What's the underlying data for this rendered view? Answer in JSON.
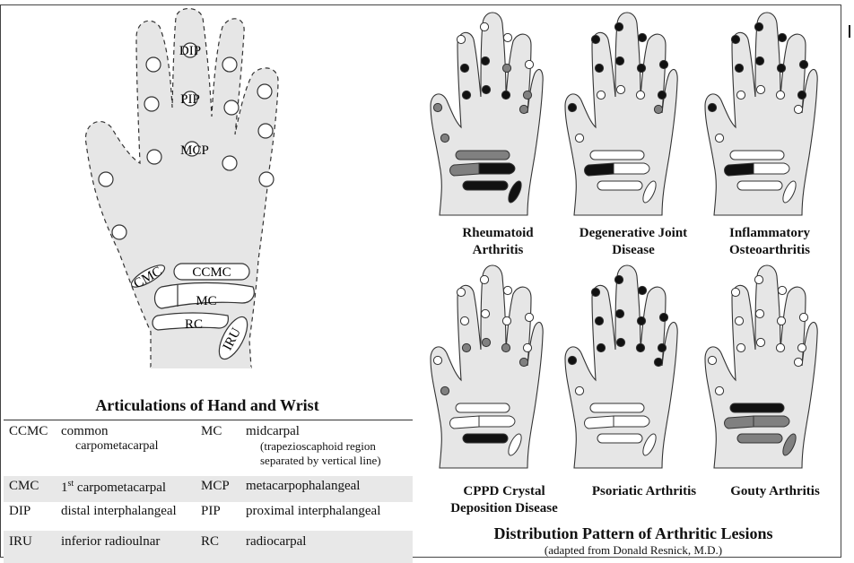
{
  "hand_labels": {
    "dip": "DIP",
    "pip": "PIP",
    "mcp": "MCP",
    "cmc": "CMC",
    "ccmc": "CCMC",
    "mc": "MC",
    "rc": "RC",
    "iru": "IRU"
  },
  "left_title": "Articulations of Hand and Wrist",
  "legend": {
    "rows": [
      {
        "abbr1": "CCMC",
        "text1": "common",
        "text1b": "carpometacarpal",
        "abbr2": "MC",
        "text2": "midcarpal",
        "text2b": "(trapezioscaphoid region",
        "text2c": "separated by vertical line)"
      },
      {
        "abbr1": "CMC",
        "text1_prefix": "1",
        "text1_sup": "st",
        "text1": " carpometacarpal",
        "abbr2": "MCP",
        "text2": "metacarpophalangeal"
      },
      {
        "abbr1": "DIP",
        "text1": "distal interphalangeal",
        "abbr2": "PIP",
        "text2": "proximal interphalangeal"
      },
      {
        "abbr1": "IRU",
        "text1": "inferior radioulnar",
        "abbr2": "RC",
        "text2": "radiocarpal"
      }
    ]
  },
  "distributions": [
    {
      "name1": "Rheumatoid",
      "name2": "Arthritis",
      "dip": [
        "w",
        "w",
        "w",
        "w"
      ],
      "pip": [
        "k",
        "k",
        "g",
        "g"
      ],
      "mcp": [
        "k",
        "k",
        "k",
        "g"
      ],
      "cmc": "g",
      "iru": "g",
      "ccmc": "g",
      "mc_a": "g",
      "mc_b": "k",
      "rc": "k",
      "iru_carpal": "k"
    },
    {
      "name1": "Degenerative Joint",
      "name2": "Disease",
      "dip": [
        "k",
        "k",
        "k",
        "k"
      ],
      "pip": [
        "k",
        "k",
        "k",
        "k"
      ],
      "mcp": [
        "w",
        "w",
        "w",
        "g"
      ],
      "cmc": "k",
      "iru": "w",
      "ccmc": "w",
      "mc_a": "k",
      "mc_b": "w",
      "rc": "w",
      "iru_carpal": "w"
    },
    {
      "name1": "Inflammatory",
      "name2": "Osteoarthritis",
      "dip": [
        "k",
        "k",
        "k",
        "k"
      ],
      "pip": [
        "k",
        "k",
        "k",
        "k"
      ],
      "mcp": [
        "w",
        "w",
        "w",
        "w"
      ],
      "cmc": "k",
      "iru": "w",
      "ccmc": "w",
      "mc_a": "k",
      "mc_b": "w",
      "rc": "w",
      "iru_carpal": "w"
    },
    {
      "name1": "CPPD Crystal",
      "name2": "Deposition Disease",
      "dip": [
        "w",
        "w",
        "w",
        "w"
      ],
      "pip": [
        "w",
        "w",
        "w",
        "w"
      ],
      "mcp": [
        "g",
        "g",
        "g",
        "g"
      ],
      "cmc": "w",
      "iru": "g",
      "ccmc": "w",
      "mc_a": "w",
      "mc_b": "w",
      "rc": "k",
      "iru_carpal": "w"
    },
    {
      "name1": "Psoriatic Arthritis",
      "name2": "",
      "dip": [
        "k",
        "k",
        "k",
        "k"
      ],
      "pip": [
        "k",
        "k",
        "k",
        "k"
      ],
      "mcp": [
        "k",
        "k",
        "k",
        "k"
      ],
      "cmc": "k",
      "iru": "w",
      "ccmc": "w",
      "mc_a": "w",
      "mc_b": "w",
      "rc": "w",
      "iru_carpal": "w"
    },
    {
      "name1": "Gouty Arthritis",
      "name2": "",
      "dip": [
        "w",
        "w",
        "w",
        "w"
      ],
      "pip": [
        "w",
        "w",
        "w",
        "w"
      ],
      "mcp": [
        "w",
        "w",
        "w",
        "w"
      ],
      "cmc": "w",
      "iru": "w",
      "ccmc": "k",
      "mc_a": "g",
      "mc_b": "g",
      "rc": "g",
      "iru_carpal": "g"
    }
  ],
  "right_title": "Distribution Pattern of Arthritic Lesions",
  "right_subtitle": "(adapted from Donald Resnick, M.D.)",
  "colors": {
    "k": "#111111",
    "g": "#808080",
    "w": "#ffffff",
    "hand_fill": "#e6e6e6",
    "stroke": "#333333"
  }
}
